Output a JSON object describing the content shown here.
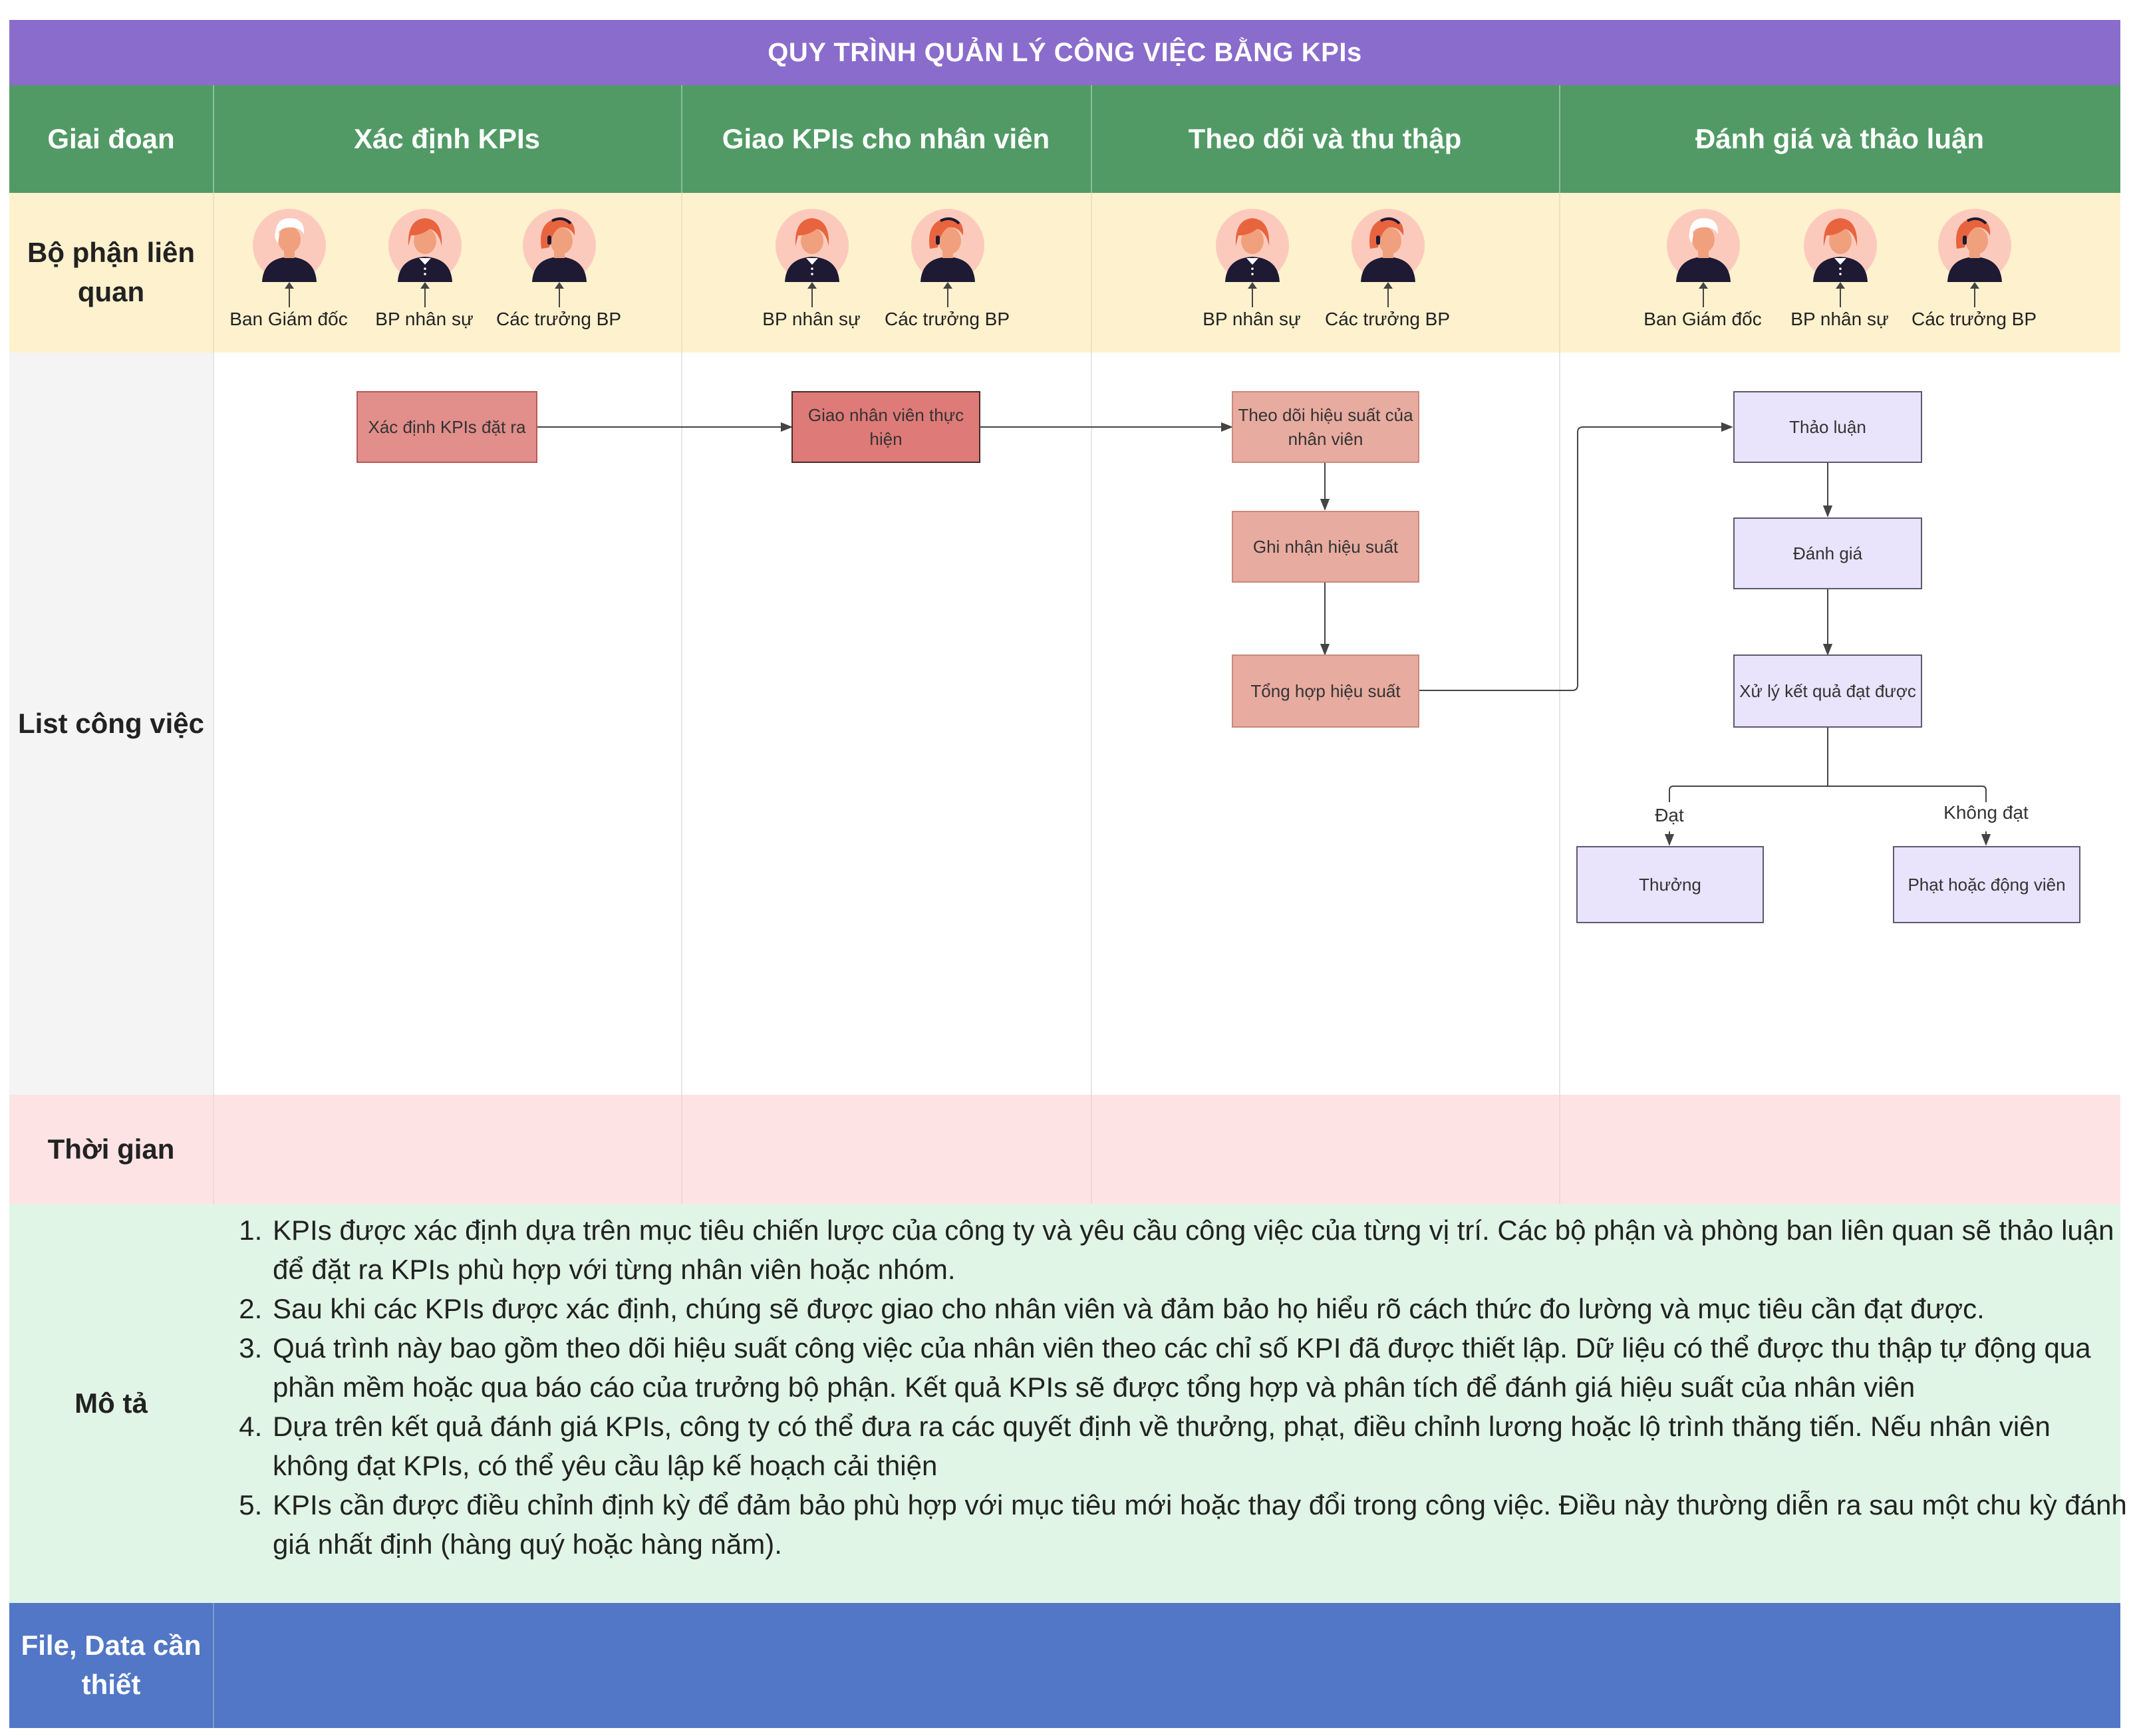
{
  "title": "QUY TRÌNH QUẢN LÝ CÔNG VIỆC BẰNG KPIs",
  "rows": {
    "phase": "Giai đoạn",
    "departments": "Bộ phận liên quan",
    "tasks": "List công việc",
    "time": "Thời gian",
    "description": "Mô tả",
    "files": "File, Data cần thiết"
  },
  "phases": [
    {
      "title": "Xác định KPIs",
      "people": [
        {
          "label": "Ban Giám đốc",
          "avatar": "director-avatar"
        },
        {
          "label": "BP nhân sự",
          "avatar": "hr-avatar"
        },
        {
          "label": "Các trưởng BP",
          "avatar": "department-head-avatar"
        }
      ]
    },
    {
      "title": "Giao KPIs cho nhân viên",
      "people": [
        {
          "label": "BP nhân sự",
          "avatar": "hr-avatar"
        },
        {
          "label": "Các trưởng BP",
          "avatar": "department-head-avatar"
        }
      ]
    },
    {
      "title": "Theo dõi và thu thập",
      "people": [
        {
          "label": "BP nhân sự",
          "avatar": "hr-avatar"
        },
        {
          "label": "Các trưởng BP",
          "avatar": "department-head-avatar"
        }
      ]
    },
    {
      "title": "Đánh giá và thảo luận",
      "people": [
        {
          "label": "Ban Giám đốc",
          "avatar": "director-avatar"
        },
        {
          "label": "BP nhân sự",
          "avatar": "hr-avatar"
        },
        {
          "label": "Các trưởng BP",
          "avatar": "department-head-avatar"
        }
      ]
    }
  ],
  "nodes": {
    "define_kpi": "Xác định KPIs đặt ra",
    "assign": "Giao nhân viên thực hiện",
    "monitor": "Theo dõi hiệu suất của nhân viên",
    "record": "Ghi nhận hiệu suất",
    "summarize": "Tổng hợp hiệu suất",
    "discuss": "Thảo luận",
    "evaluate": "Đánh giá",
    "process": "Xử lý kết quả đạt được",
    "reward": "Thưởng",
    "penalty": "Phạt hoặc động viên"
  },
  "edge_labels": {
    "pass": "Đạt",
    "fail": "Không đạt"
  },
  "description_items": [
    "KPIs được xác định dựa trên mục tiêu chiến lược của công ty và yêu cầu công việc của từng vị trí. Các bộ phận và phòng ban liên quan sẽ thảo luận để đặt ra KPIs phù hợp với từng nhân viên hoặc nhóm.",
    "Sau khi các KPIs được xác định, chúng sẽ được giao cho nhân viên và đảm bảo họ hiểu rõ cách thức đo lường và mục tiêu cần đạt được.",
    "Quá trình này bao gồm theo dõi hiệu suất công việc của nhân viên theo các chỉ số KPI đã được thiết lập. Dữ liệu có thể được thu thập tự động qua phần mềm hoặc qua báo cáo của trưởng bộ phận. Kết quả KPIs sẽ được tổng hợp và phân tích để đánh giá hiệu suất của nhân viên",
    "Dựa trên kết quả đánh giá KPIs, công ty có thể đưa ra các quyết định về thưởng, phạt, điều chỉnh lương hoặc lộ trình thăng tiến. Nếu nhân viên không đạt KPIs, có thể yêu cầu lập kế hoạch cải thiện",
    "KPIs cần được điều chỉnh định kỳ để đảm bảo phù hợp với mục tiêu mới hoặc thay đổi trong công việc. Điều này thường diễn ra sau một chu kỳ đánh giá nhất định (hàng quý hoặc hàng năm)."
  ],
  "colors": {
    "title_band": "#8a6ccc",
    "phase_band": "#519a65",
    "department_band": "#fdf1ce",
    "time_band": "#fde3e4",
    "description_band": "#e0f5e5",
    "file_band": "#5177c6",
    "task_red": "#e28e8b",
    "task_pink": "#e7aba0",
    "task_purple": "#eae3fc"
  }
}
